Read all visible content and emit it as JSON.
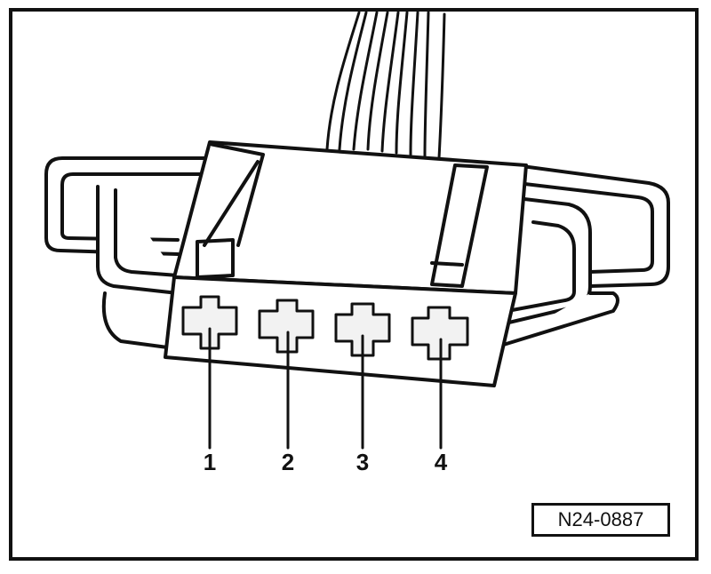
{
  "diagram": {
    "pins": [
      {
        "label": "1"
      },
      {
        "label": "2"
      },
      {
        "label": "3"
      },
      {
        "label": "4"
      }
    ],
    "reference_code": "N24-0887"
  },
  "colors": {
    "line": "#111111",
    "fill": "#ffffff",
    "shade": "#e8e8e8"
  }
}
